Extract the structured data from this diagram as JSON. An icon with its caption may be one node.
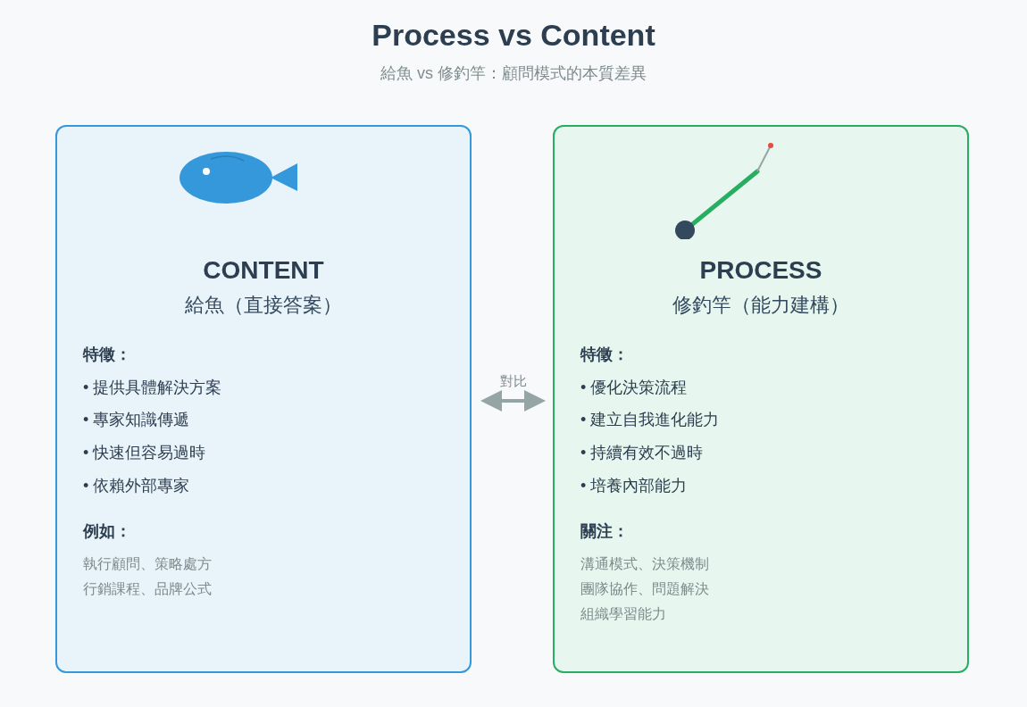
{
  "diagram": {
    "title": "Process vs Content",
    "nodes": [
      {
        "text": [
          "CONTENT",
          "給魚（直接答案）",
          "特徵：",
          "• 提供具體解決方案",
          "• 專家知識傳遞",
          "• 快速但容易過時",
          "• 依賴外部專家",
          "例如：",
          "執行顧問、策略處方",
          "行銷課程、品牌公式"
        ]
      },
      {
        "text": [
          "PROCESS",
          "修釣竿（能力建構）",
          "特徵：",
          "• 優化決策流程",
          "• 建立自我進化能力",
          "• 持續有效不過時",
          "• 培養內部能力",
          "關注：",
          "溝通模式、決策機制",
          "團隊協作、問題解決",
          "組織學習能力"
        ]
      }
    ],
    "edges": [
      {
        "from": 0,
        "to": 1,
        "arrow": "both",
        "label": "對比"
      }
    ],
    "labels": [
      "給魚 vs 修釣竿：顧問模式的本質差異"
    ]
  }
}
